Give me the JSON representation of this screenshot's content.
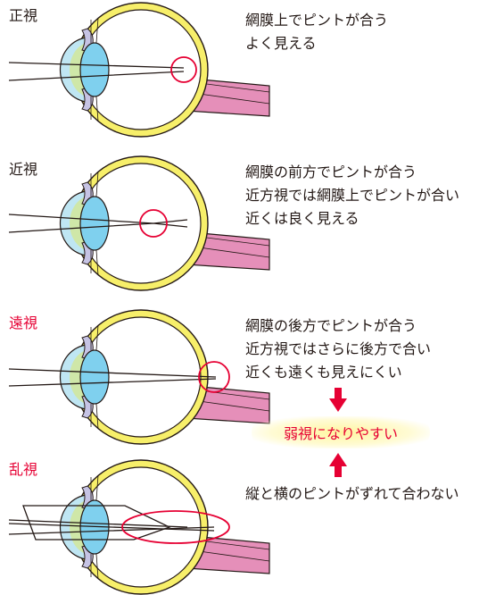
{
  "rows": [
    {
      "key": "normal",
      "label": "正視",
      "label_color": "#231815",
      "lines": [
        "網膜上でピントが合う",
        "よく見える"
      ]
    },
    {
      "key": "myopia",
      "label": "近視",
      "label_color": "#231815",
      "lines": [
        "網膜の前方でピントが合う",
        "近方視では網膜上でピントが合い",
        "近くは良く見える"
      ]
    },
    {
      "key": "hyperopia",
      "label": "遠視",
      "label_color": "#e60033",
      "lines": [
        "網膜の後方でピントが合う",
        "近方視ではさらに後方で合い",
        "近くも遠くも見えにくい"
      ]
    },
    {
      "key": "astigmatism",
      "label": "乱視",
      "label_color": "#e60033",
      "lines": [
        "縦と横のピントがずれて合わない"
      ]
    }
  ],
  "callout": "弱視になりやすい",
  "colors": {
    "sclera": "#f7ef6a",
    "eye_outline": "#231815",
    "cornea": "#bfe6f3",
    "aqueous": "#cfe7a8",
    "lens": "#7fd0ee",
    "iris": "#c6c3e4",
    "iris_pink": "#e9a3c8",
    "optic_nerve": "#e58fb9",
    "highlight": "#e60033"
  }
}
